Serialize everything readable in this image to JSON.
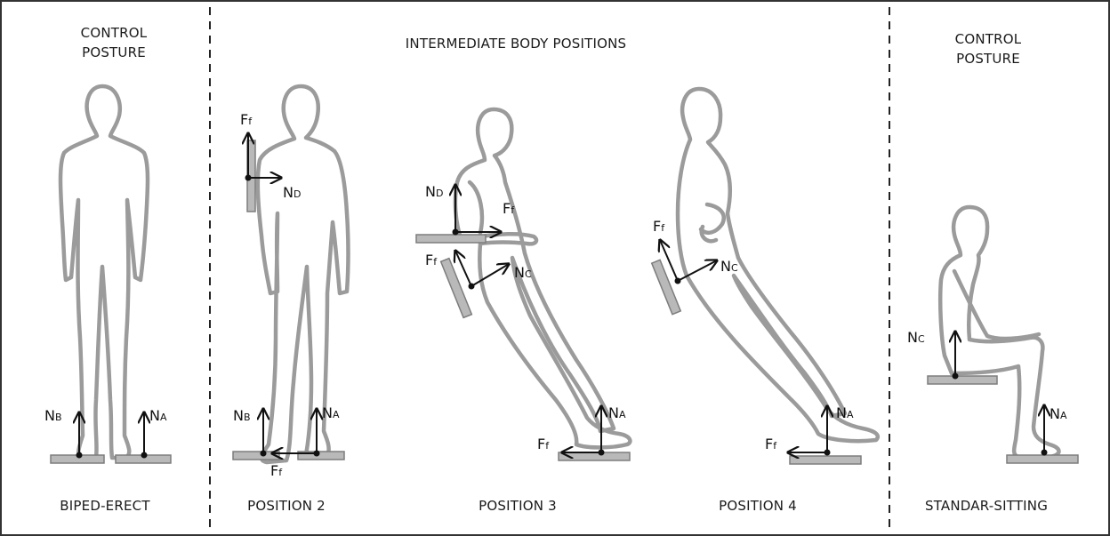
{
  "headings": {
    "control_left": [
      "CONTROL",
      "POSTURE"
    ],
    "intermediate": "INTERMEDIATE BODY POSITIONS",
    "control_right": [
      "CONTROL",
      "POSTURE"
    ]
  },
  "captions": {
    "p1": "BIPED-ERECT",
    "p2": "POSITION 2",
    "p3": "POSITION 3",
    "p4": "POSITION 4",
    "p5": "STANDAR-SITTING"
  },
  "forces": {
    "p1_nb": {
      "main": "N",
      "sub": "B"
    },
    "p1_na": {
      "main": "N",
      "sub": "A"
    },
    "p2_ff_top": {
      "main": "F",
      "sub": "f"
    },
    "p2_nd": {
      "main": "N",
      "sub": "D"
    },
    "p2_nb": {
      "main": "N",
      "sub": "B"
    },
    "p2_na": {
      "main": "N",
      "sub": "A"
    },
    "p2_ff_bottom": {
      "main": "F",
      "sub": "f"
    },
    "p3_nd": {
      "main": "N",
      "sub": "D"
    },
    "p3_ff_arm": {
      "main": "F",
      "sub": "f"
    },
    "p3_ff_back": {
      "main": "F",
      "sub": "f"
    },
    "p3_nc": {
      "main": "N",
      "sub": "C"
    },
    "p3_na": {
      "main": "N",
      "sub": "A"
    },
    "p3_ff_foot": {
      "main": "F",
      "sub": "f"
    },
    "p4_ff_back": {
      "main": "F",
      "sub": "f"
    },
    "p4_nc": {
      "main": "N",
      "sub": "C"
    },
    "p4_na": {
      "main": "N",
      "sub": "A"
    },
    "p4_ff_foot": {
      "main": "F",
      "sub": "f"
    },
    "p5_nc": {
      "main": "N",
      "sub": "C"
    },
    "p5_na": {
      "main": "N",
      "sub": "A"
    }
  },
  "colors": {
    "body_outline": "#9b9b9b",
    "support_plate": "#b9b9b9",
    "vector": "#111111",
    "divider": "#222222"
  }
}
